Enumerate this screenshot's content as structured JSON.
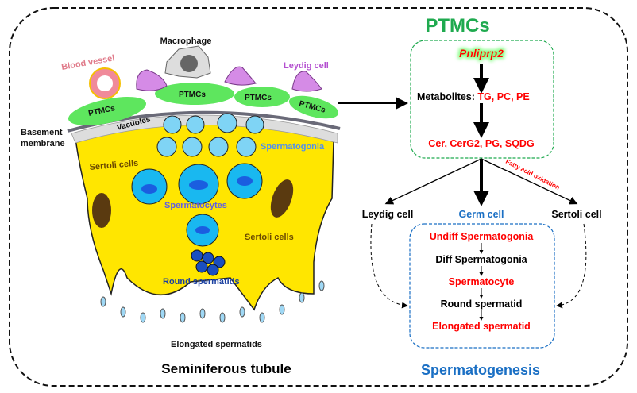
{
  "left": {
    "macrophage": "Macrophage",
    "blood_vessel": "Blood vessel",
    "leydig_cell": "Leydig cell",
    "ptmcs": [
      "PTMCs",
      "PTMCs",
      "PTMCs",
      "PTMCs"
    ],
    "vacuoles": "Vacuoles",
    "basement_1": "Basement",
    "basement_2": "membrane",
    "sertoli_1": "Sertoli cells",
    "sertoli_2": "Sertoli cells",
    "spermatogonia": "Spermatogonia",
    "spermatocytes": "Spermatocytes",
    "round_spermatids": "Round spermatids",
    "elongated_spermatids": "Elongated spermatids",
    "title": "Seminiferous tubule"
  },
  "right": {
    "title": "PTMCs",
    "gene": "Pnliprp2",
    "metabolites_label": "Metabolites:",
    "metabolites_values": "TG, PC, PE",
    "products": "Cer, CerG2, PG, SQDG",
    "fatty_acid": "Fatty acid oxidation",
    "leydig": "Leydig cell",
    "germ": "Germ cell",
    "sertoli": "Sertoli cell",
    "stages": [
      "Undiff Spermatogonia",
      "Diff Spermatogonia",
      "Spermatocyte",
      "Round spermatid",
      "Elongated spermatid"
    ],
    "bottom_title": "Spermatogenesis"
  },
  "colors": {
    "green": "#1faa4f",
    "red": "#ff0000",
    "blue": "#1a6fc4",
    "sertoli": "#ffe600",
    "ptmc": "#5ee65e",
    "cell": "#7fd4f5"
  }
}
